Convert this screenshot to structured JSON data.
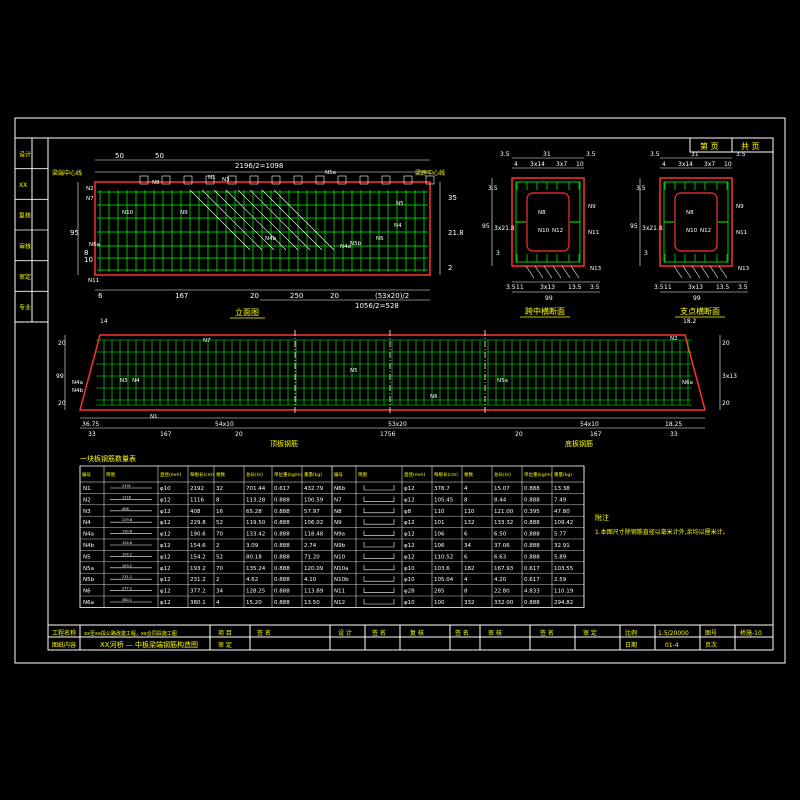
{
  "title_block": {
    "project_label": "工程名称",
    "project_name": "xx至xx段公路改建工程，xx合同段施工图",
    "drawing_label": "图纸内容",
    "drawing_title": "XX河桥 — 中板梁端钢筋构造图",
    "approve_label": "项 目",
    "check_label": "审 定",
    "roles": [
      "设 计",
      "复 核",
      "审 核",
      "审 定"
    ],
    "sign_labels": [
      "签 名",
      "签 名",
      "签 名",
      "签 名"
    ],
    "ratio": "比例",
    "scale_value": "1:5/20000",
    "sheet_label": "图号",
    "sheet_no": "桥施-10",
    "date_label": "日期",
    "date_value": "01-4",
    "page_label": "页次",
    "top_right": [
      "第 页",
      "共 页"
    ]
  },
  "left_strip": [
    "设计",
    "XX",
    "复核",
    "审核",
    "审定",
    "专业"
  ],
  "views": {
    "elevation": "立面图",
    "mid_section": "跨中横断面",
    "end_section": "支点横断面",
    "plan_left": "顶板钢筋",
    "plan_right": "底板钢筋",
    "left_note": "梁端中心线",
    "right_note": "梁跨中心线"
  },
  "elevation_dims": {
    "top": [
      "50",
      "50",
      "2196/2=1098"
    ],
    "bottom": [
      "6",
      "167",
      "20",
      "250",
      "20",
      "1056/2=528"
    ],
    "bottom2": "(53x20)/2",
    "right": [
      "35",
      "21.8",
      "2"
    ],
    "left": [
      "95",
      "8",
      "10"
    ],
    "labels": [
      "N1",
      "N2",
      "N3",
      "N4",
      "N4a",
      "N4b",
      "N5",
      "N5a",
      "N5b",
      "N6",
      "N6a",
      "N7",
      "N8",
      "N9",
      "N10",
      "N11"
    ]
  },
  "section_dims": {
    "top": [
      "3.5",
      "31",
      "3.5",
      "4",
      "3x14",
      "3x7",
      "10",
      "3.5"
    ],
    "bottom": [
      "3.5",
      "11",
      "3.5",
      "3x13",
      "13.5",
      "11",
      "3.5"
    ],
    "bottom_total": "99",
    "left": [
      "95",
      "3.5",
      "3x21.8",
      "3",
      "4",
      "3.5"
    ],
    "bars": [
      "N8",
      "N9",
      "N10",
      "N11",
      "N12",
      "N13"
    ]
  },
  "plan_dims": {
    "top": [
      "14",
      "18.2"
    ],
    "bottom": [
      "33",
      "167",
      "20",
      "1756",
      "20",
      "167",
      "33"
    ],
    "bottom_inner": [
      "36.75",
      "54x10",
      "53x20",
      "54x10",
      "18.25"
    ],
    "left": [
      "20",
      "99",
      "20"
    ],
    "right": [
      "20",
      "3x13",
      "20"
    ],
    "labels": [
      "N1",
      "N2",
      "N3",
      "N4",
      "N4a",
      "N4b",
      "N5",
      "N5a",
      "N6",
      "N6a",
      "N7"
    ]
  },
  "table": {
    "caption": "一块板钢筋数量表",
    "headers": [
      "编号",
      "简图",
      "直径(mm)",
      "每根长(cm)",
      "根数",
      "总长(m)",
      "单位重(kg/m)",
      "重量(kg)"
    ],
    "rows_left": [
      [
        "N1",
        "2192",
        "φ10",
        "2192",
        "32",
        "701.44",
        "0.617",
        "432.79"
      ],
      [
        "N2",
        "1116",
        "φ12",
        "1116",
        "8",
        "113.28",
        "0.888",
        "100.59"
      ],
      [
        "N3",
        "408",
        "φ12",
        "408",
        "16",
        "65.28",
        "0.888",
        "57.97"
      ],
      [
        "N4",
        "229.8",
        "φ12",
        "229.8",
        "52",
        "119.50",
        "0.888",
        "106.02"
      ],
      [
        "N4a",
        "190.6",
        "φ12",
        "190.6",
        "70",
        "133.42",
        "0.888",
        "118.48"
      ],
      [
        "N4b",
        "154.6",
        "φ12",
        "154.6",
        "2",
        "3.09",
        "0.888",
        "2.74"
      ],
      [
        "N5",
        "154.2",
        "φ12",
        "154.2",
        "52",
        "80.18",
        "0.888",
        "71.20"
      ],
      [
        "N5a",
        "193.2",
        "φ12",
        "193.2",
        "70",
        "135.24",
        "0.888",
        "120.09"
      ],
      [
        "N5b",
        "231.2",
        "φ12",
        "231.2",
        "2",
        "4.62",
        "0.888",
        "4.10"
      ],
      [
        "N6",
        "377.2",
        "φ12",
        "377.2",
        "34",
        "128.25",
        "0.888",
        "113.89"
      ],
      [
        "N6a",
        "380.1",
        "φ12",
        "380.1",
        "4",
        "15.20",
        "0.888",
        "13.50"
      ]
    ],
    "rows_right": [
      [
        "N6b",
        "φ12",
        "378.7",
        "4",
        "15.07",
        "0.888",
        "13.38"
      ],
      [
        "N7",
        "φ12",
        "105.45",
        "8",
        "8.44",
        "0.888",
        "7.49"
      ],
      [
        "N8",
        "φ8",
        "110",
        "110",
        "121.00",
        "0.395",
        "47.80"
      ],
      [
        "N9",
        "φ12",
        "101",
        "132",
        "133.32",
        "0.888",
        "109.42"
      ],
      [
        "N9a",
        "φ12",
        "106",
        "6",
        "6.50",
        "0.888",
        "5.77"
      ],
      [
        "N9b",
        "φ12",
        "106",
        "34",
        "37.06",
        "0.888",
        "32.91"
      ],
      [
        "N10",
        "φ12",
        "110.52",
        "6",
        "6.63",
        "0.888",
        "5.89"
      ],
      [
        "N10a",
        "φ10",
        "103.6",
        "182",
        "167.93",
        "0.617",
        "103.55"
      ],
      [
        "N10b",
        "φ10",
        "105.04",
        "4",
        "4.20",
        "0.617",
        "2.59"
      ],
      [
        "N11",
        "φ28",
        "285",
        "8",
        "22.80",
        "4.833",
        "110.19"
      ],
      [
        "N12",
        "φ10",
        "100",
        "332",
        "332.00",
        "0.888",
        "294.82"
      ]
    ]
  },
  "notes": {
    "title": "附注",
    "items": [
      "1.本图尺寸除钢筋直径以毫米计外,余均以厘米计。"
    ]
  }
}
